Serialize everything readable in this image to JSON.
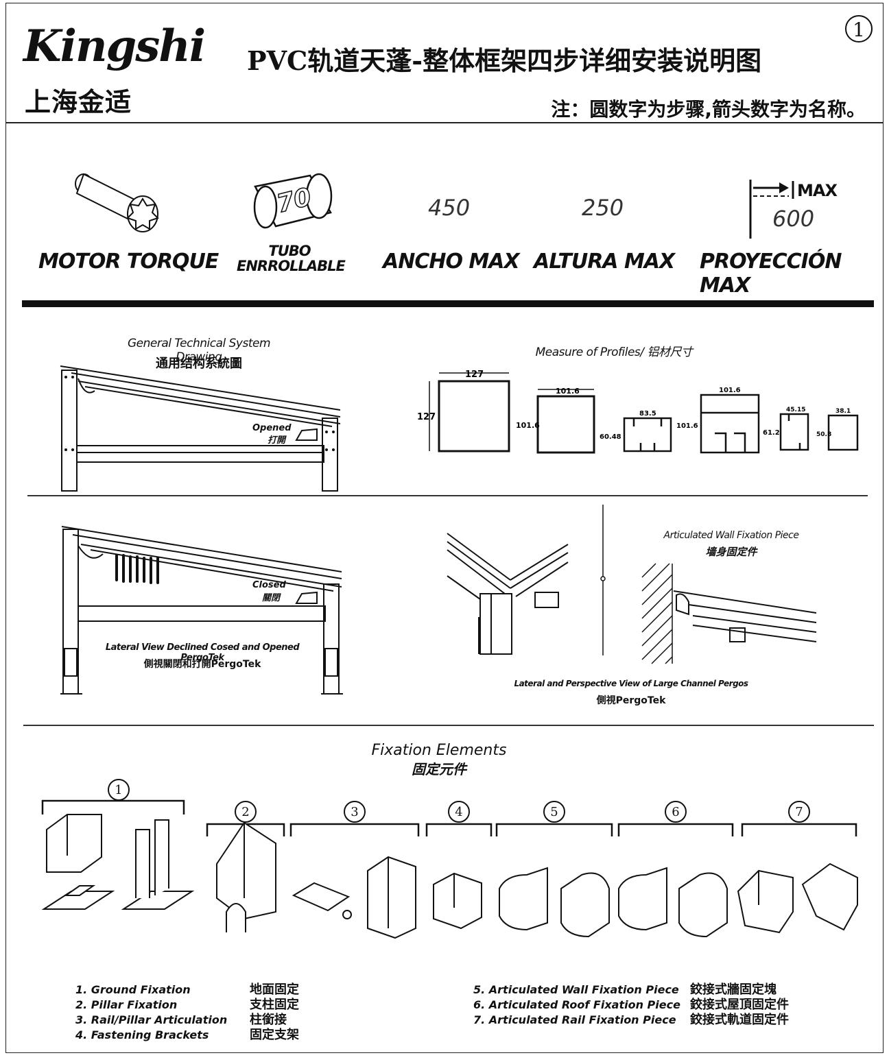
{
  "header": {
    "logo_en": "Kingshi",
    "logo_cn": "上海金适",
    "title": "PVC轨道天蓬-整体框架四步详细安装说明图",
    "sheet_number": "1",
    "note": "注：圆数字为步骤,箭头数字为名称。"
  },
  "specs": {
    "motor_label": "MOTOR TORQUE",
    "tube_number": "70",
    "tube_label_1": "TUBO",
    "tube_label_2": "ENRROLLABLE",
    "width_value": "450",
    "width_label": "ANCHO MAX",
    "height_value": "250",
    "height_label": "ALTURA MAX",
    "projection_max": "MAX",
    "projection_value": "600",
    "projection_label": "PROYECCIÓN MAX"
  },
  "drawings": {
    "general_title": "General Technical System Drawing",
    "general_title_cn": "通用结构系統圖",
    "opened": "Opened",
    "opened_cn": "打開",
    "profiles_title": "Measure of Profiles/ 铝材尺寸",
    "profiles": [
      {
        "width": "127",
        "height": "127"
      },
      {
        "width": "101.6",
        "height": "101.6"
      },
      {
        "width": "83.5",
        "height": "60.48"
      },
      {
        "width": "101.6",
        "height": "101.6"
      },
      {
        "width": "45.15",
        "height": "61.2"
      },
      {
        "width": "38.1",
        "height": "50.8"
      }
    ],
    "closed": "Closed",
    "closed_cn": "關閉",
    "lateral_title": "Lateral View Declined Cosed and Opened PergoTek",
    "lateral_title_cn": "側視關閉和打開PergoTek",
    "wall_piece_title": "Articulated Wall Fixation Piece",
    "wall_piece_title_cn": "墙身固定件",
    "perspective_title": "Lateral and Perspective View of Large Channel Pergos",
    "perspective_title_cn": "側視PergoTek"
  },
  "fixation": {
    "title": "Fixation Elements",
    "title_cn": "固定元件",
    "steps": [
      "1",
      "2",
      "3",
      "4",
      "5",
      "6",
      "7"
    ],
    "legend_left": [
      "1. Ground Fixation",
      "2. Pillar Fixation",
      "3. Rail/Pillar Articulation",
      "4. Fastening Brackets"
    ],
    "legend_left_cn": [
      "地面固定",
      "支柱固定",
      "柱銜接",
      "固定支架"
    ],
    "legend_right": [
      "5. Articulated Wall Fixation Piece",
      "6. Articulated Roof Fixation Piece",
      "7. Articulated Rail Fixation Piece"
    ],
    "legend_right_cn": [
      "鉸接式牆固定塊",
      "鉸接式屋頂固定件",
      "鉸接式軌道固定件"
    ]
  }
}
